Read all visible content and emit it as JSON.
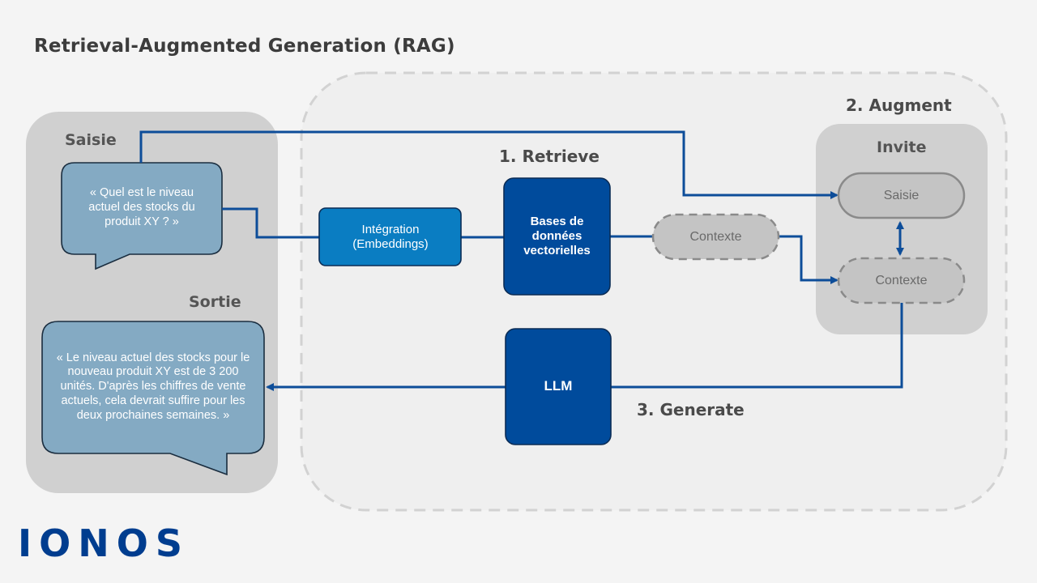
{
  "title": "Retrieval-Augmented Generation (RAG)",
  "labels": {
    "saisie": "Saisie",
    "sortie": "Sortie",
    "retrieve": "1. Retrieve",
    "augment": "2. Augment",
    "invite": "Invite",
    "generate": "3. Generate"
  },
  "bubbles": {
    "input": "« Quel est le niveau actuel des stocks du produit XY ? »",
    "output": "« Le niveau actuel des stocks pour le nouveau produit XY est de 3 200 unités. D'après les chiffres de vente actuels, cela devrait suffire pour les deux prochaines semaines. »"
  },
  "nodes": {
    "embedding": "Intégration (Embeddings)",
    "vector_db": "Bases de données vectorielles",
    "llm": "LLM"
  },
  "pills": {
    "context_mid": "Contexte",
    "prompt_saisie": "Saisie",
    "prompt_context": "Contexte"
  },
  "logo": "IONOS",
  "colors": {
    "blue_dark": "#004b9c",
    "blue_mid": "#0a7dc2",
    "bubble": "#84aac3",
    "panel": "#d0d0d0",
    "pill": "#c4c4c4",
    "line": "#0d4d99"
  }
}
